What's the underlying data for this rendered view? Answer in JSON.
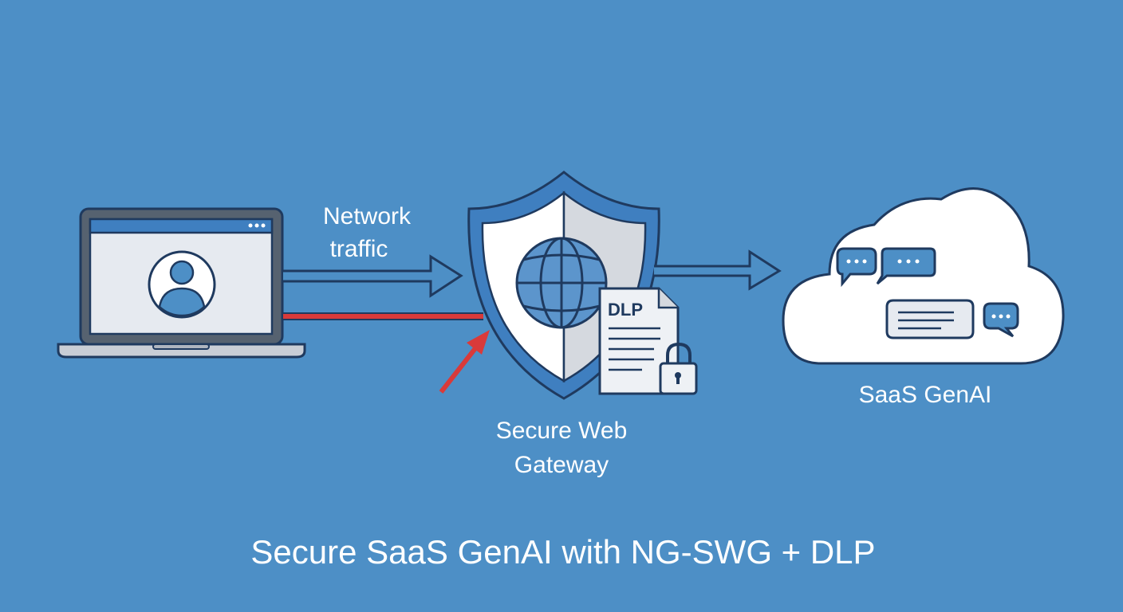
{
  "labels": {
    "network_line1": "Network",
    "network_line2": "traffic",
    "gateway_line1": "Secure Web",
    "gateway_line2": "Gateway",
    "dlp": "DLP",
    "saas": "SaaS GenAI",
    "title": "Secure SaaS GenAI with NG-SWG + DLP"
  },
  "colors": {
    "background": "#4d8fc6",
    "outline": "#1f3a5f",
    "blocked": "#d93a3a",
    "accent": "#3f7fc0"
  }
}
